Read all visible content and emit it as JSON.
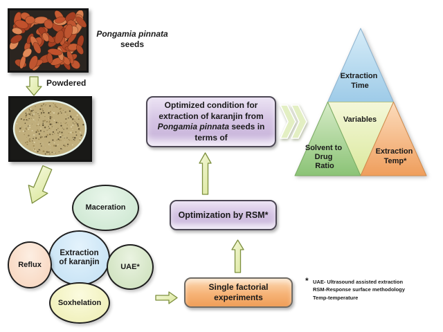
{
  "species_label": {
    "italic": "Pongamia pinnata",
    "rest": "seeds"
  },
  "powdered_label": "Powdered",
  "ellipse_cluster": {
    "center": "Extraction of karanjin",
    "top": "Maceration",
    "left": "Reflux",
    "right": "UAE*",
    "bottom": "Soxhelation"
  },
  "optimized_box": {
    "seg1": "Optimized condition for extraction of karanjin from ",
    "seg_italic": "Pongamia pinnata",
    "seg2": " seeds in terms of"
  },
  "rsm_box": "Optimization by RSM*",
  "factorial_box": "Single factorial experiments",
  "pyramid": {
    "top_line1": "Extraction",
    "top_line2": "Time",
    "middle": "Variables",
    "left_line1": "Solvent to",
    "left_line2": "Drug",
    "left_line3": "Ratio",
    "right_line1": "Extraction",
    "right_line2": "Temp*"
  },
  "footnote": {
    "marker": "*",
    "line1": "UAE- Ultrasound assisted extraction",
    "line2": "RSM-Response surface methodology",
    "line3": "Temp-temperature"
  },
  "colors": {
    "box_purple": "#d2c0e2",
    "box_orange": "#f5b077",
    "arrow_green": "#e7efc1",
    "pyramid_blue": "#aed6ee",
    "pyramid_yellow": "#ecf2c6",
    "pyramid_green": "#9acb84",
    "pyramid_orange": "#f2a569",
    "ellipse_blue": "#d5eaf8",
    "ellipse_mint": "#d7edd9",
    "ellipse_peach": "#fbe3d2",
    "ellipse_green": "#dcead0",
    "ellipse_yellow": "#f6f6cc"
  }
}
